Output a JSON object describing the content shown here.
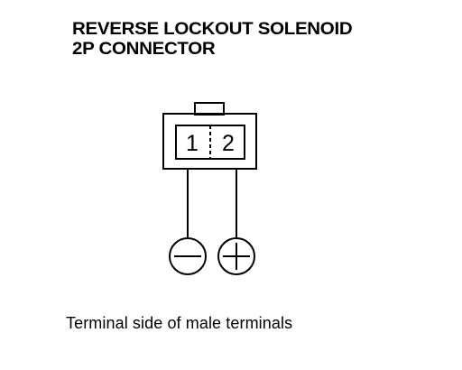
{
  "title": {
    "line1": "REVERSE LOCKOUT SOLENOID",
    "line2": "2P CONNECTOR"
  },
  "connector": {
    "terminals": [
      {
        "number": "1",
        "polarity_icon": "minus-icon"
      },
      {
        "number": "2",
        "polarity_icon": "plus-icon"
      }
    ]
  },
  "caption": "Terminal side of male terminals",
  "colors": {
    "line": "#000000",
    "background": "#ffffff"
  }
}
